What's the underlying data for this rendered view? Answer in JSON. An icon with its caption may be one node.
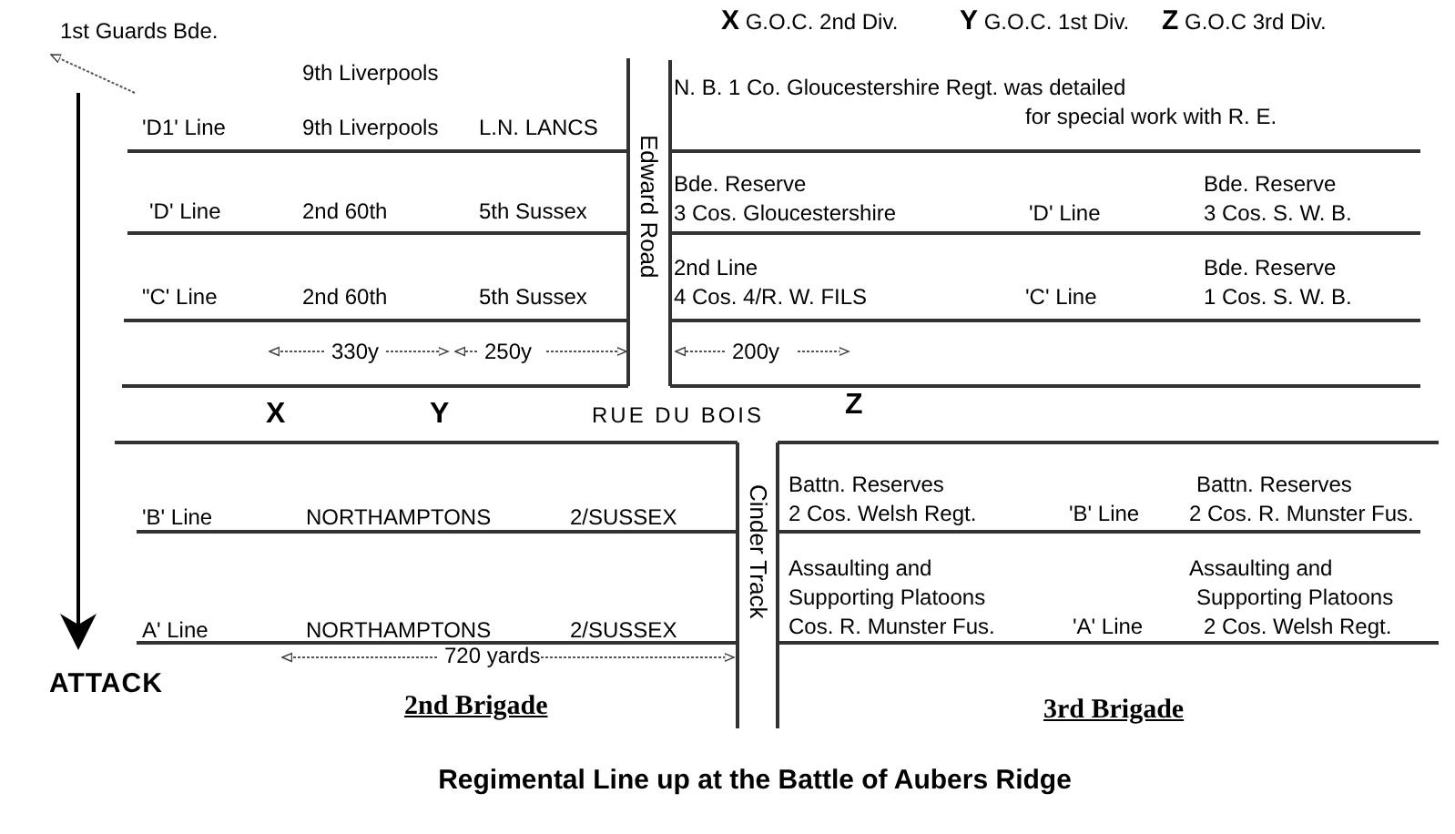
{
  "diagram": {
    "caption": "Regimental Line up at the Battle of Aubers Ridge",
    "labels": [
      "1st Guards Bde.",
      "**X** G.O.C. 2nd Div.",
      "**Y** G.O.C. 1st Div.",
      "**Z** G.O.C 3rd Div.",
      "9th Liverpools",
      "N. B. 1 Co. Gloucestershire Regt. was detailed for special work with R. E.",
      "'D1' Line",
      "9th Liverpools",
      "L.N. LANCS",
      "Edward Road",
      "'D' Line",
      "2nd 60th",
      "5th Sussex",
      "Bde. Reserve 3 Cos. Gloucestershire",
      "'D' Line",
      "Bde. Reserve 3 Cos. S. W. B.",
      "\"C' Line",
      "2nd 60th",
      "5th Sussex",
      "2nd Line 4 Cos. 4/R. W. FILS",
      "'C' Line",
      "Bde. Reserve 1 Cos. S. W. B.",
      "330y",
      "250y",
      "200y",
      "X",
      "Y",
      "RUE DU BOIS",
      "Z",
      "'B' Line",
      "NORTHAMPTONS",
      "2/SUSSEX",
      "Cinder Track",
      "Battn. Reserves 2 Cos. Welsh Regt.",
      "'B' Line",
      "Battn. Reserves 2 Cos. R. Munster Fus.",
      "A' Line",
      "NORTHAMPTONS",
      "2/SUSSEX",
      "Assaulting and Supporting Platoons Cos. R. Munster Fus.",
      "'A' Line",
      "Assaulting and Supporting Platoons 2 Cos. Welsh Regt.",
      "ATTACK",
      "720 yards",
      "2nd Brigade",
      "3rd Brigade"
    ]
  }
}
